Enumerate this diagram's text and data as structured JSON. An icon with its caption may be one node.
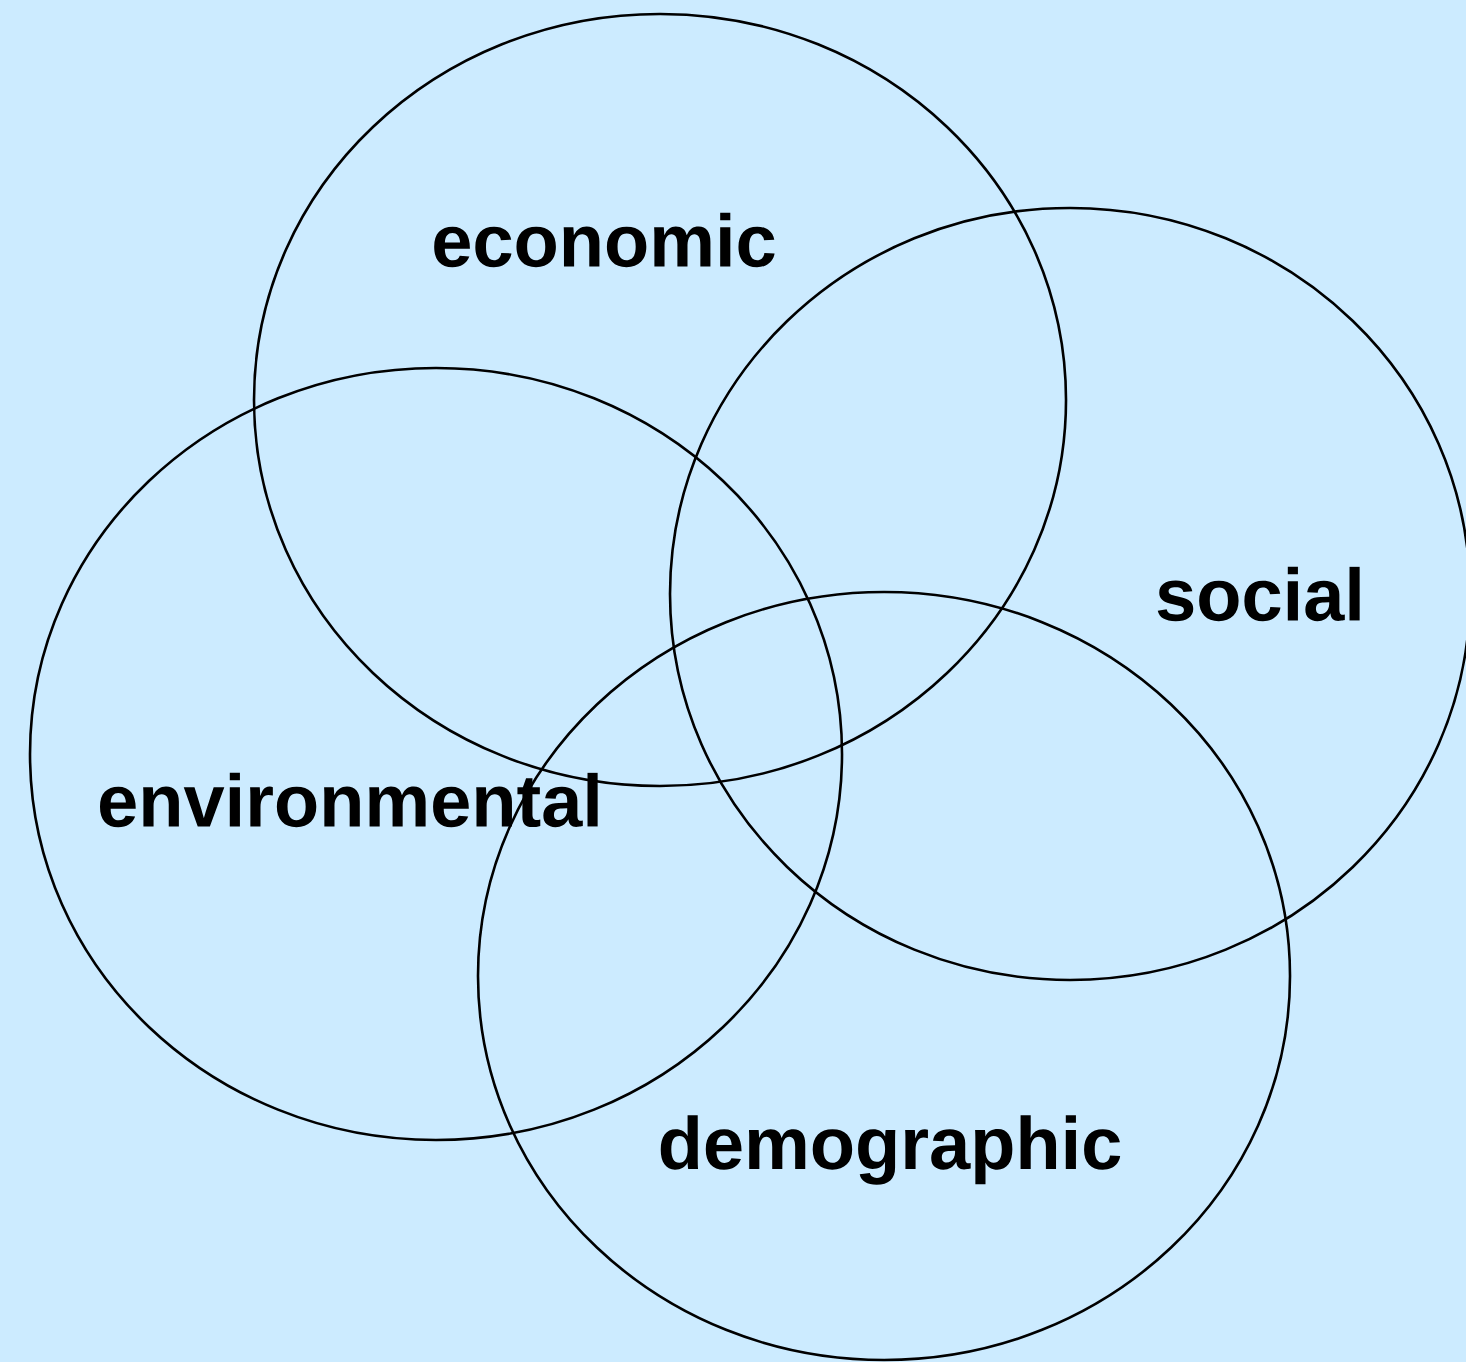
{
  "diagram": {
    "nodes": [
      {
        "text": [
          "economic"
        ]
      },
      {
        "text": [
          "social"
        ]
      },
      {
        "text": [
          "environmental"
        ]
      },
      {
        "text": [
          "demographic"
        ]
      }
    ]
  }
}
